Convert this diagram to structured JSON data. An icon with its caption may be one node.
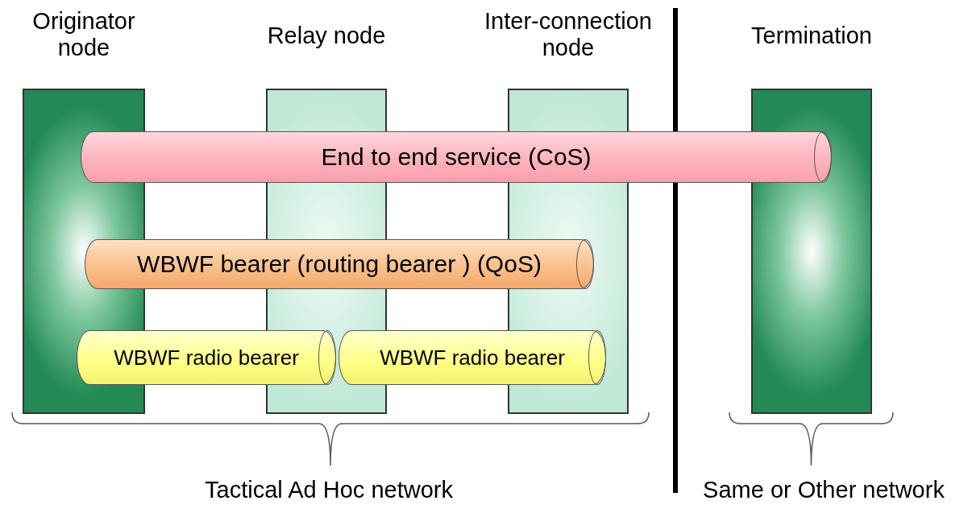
{
  "diagram": {
    "nodes": [
      {
        "text": [
          "Originator node"
        ]
      },
      {
        "text": [
          "Relay node"
        ]
      },
      {
        "text": [
          "Inter-connection node"
        ]
      },
      {
        "text": [
          "Termination"
        ]
      },
      {
        "text": [
          "End to end service (CoS)"
        ]
      },
      {
        "text": [
          "WBWF bearer (routing bearer ) (QoS)"
        ]
      },
      {
        "text": [
          "WBWF radio bearer"
        ]
      },
      {
        "text": [
          "WBWF radio bearer"
        ]
      }
    ],
    "labels": [
      "Tactical Ad Hoc network",
      "Same or Other network"
    ]
  }
}
